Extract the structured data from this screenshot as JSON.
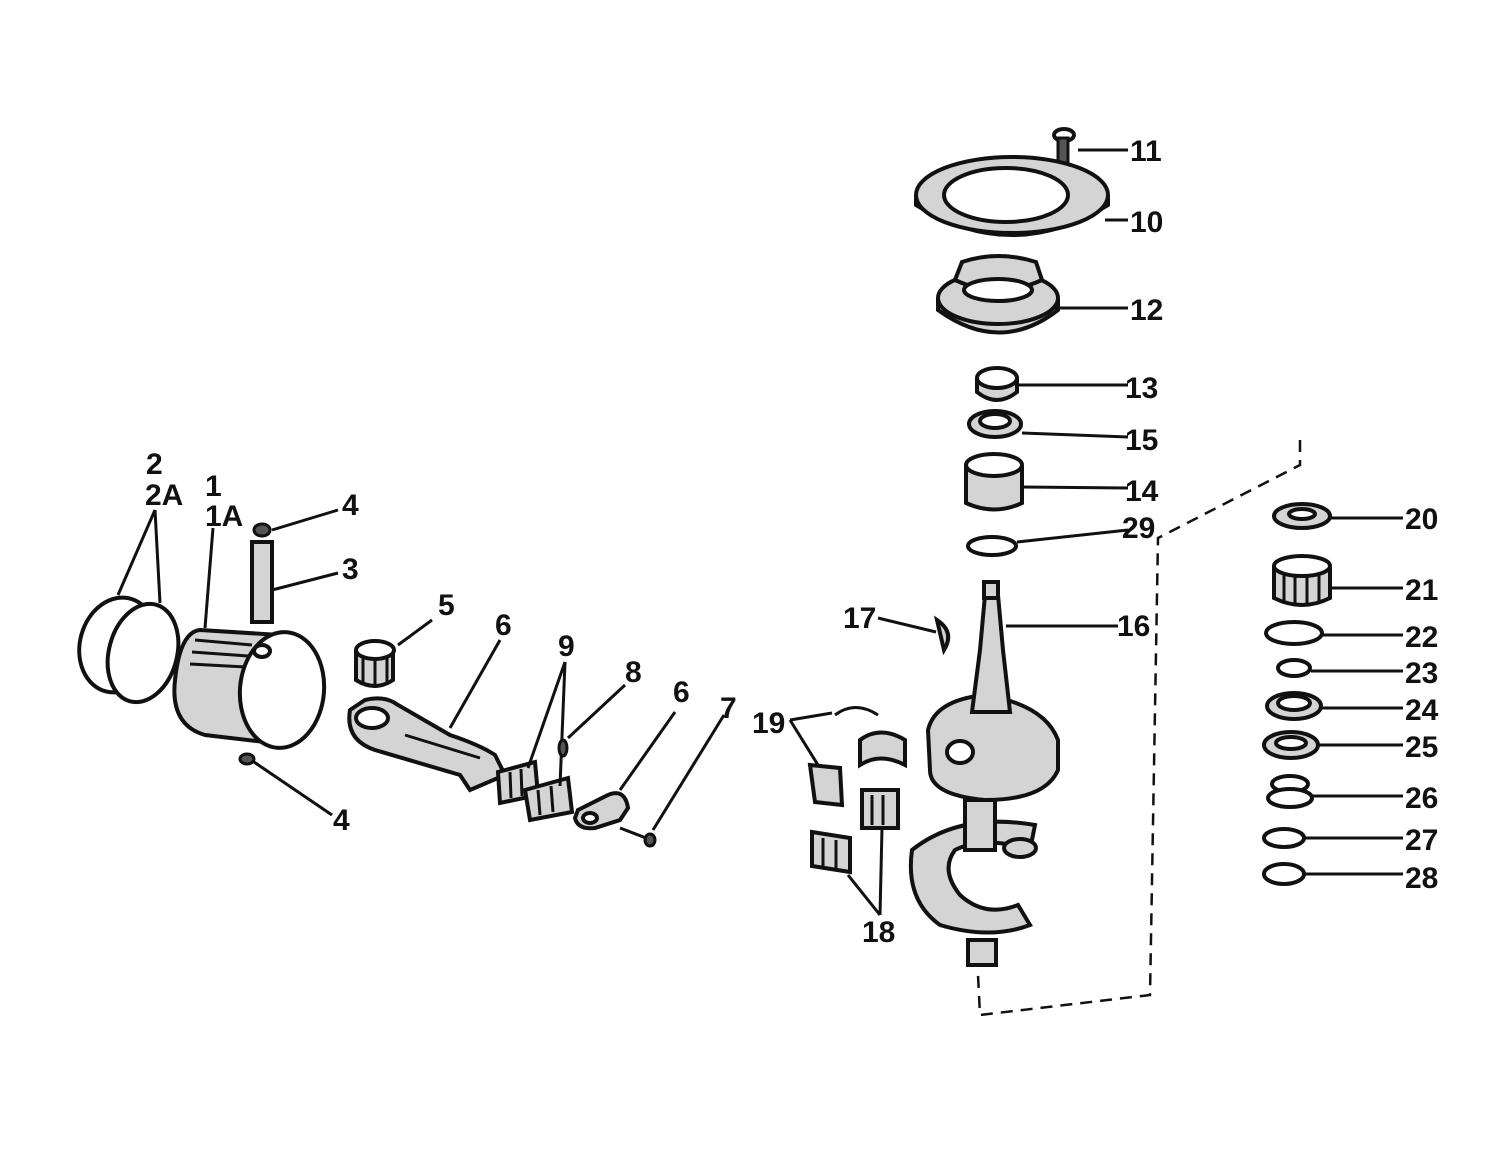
{
  "colors": {
    "ink": "#111111",
    "paper": "#ffffff",
    "shade": "#d4d4d4"
  },
  "callouts": [
    "11",
    "10",
    "12",
    "13",
    "15",
    "14",
    "29",
    "16",
    "17",
    "20",
    "21",
    "22",
    "23",
    "24",
    "25",
    "26",
    "27",
    "28",
    "2",
    "2A",
    "1",
    "1A",
    "4",
    "3",
    "4",
    "5",
    "6",
    "9",
    "8",
    "6",
    "7",
    "19",
    "18"
  ],
  "parts": [
    {
      "id": "screw-icon"
    },
    {
      "id": "retainer-plate-icon"
    },
    {
      "id": "bearing-housing-icon"
    },
    {
      "id": "bushing-icon"
    },
    {
      "id": "seal-icon"
    },
    {
      "id": "bearing-sleeve-icon"
    },
    {
      "id": "o-ring-icon"
    },
    {
      "id": "crankshaft-icon"
    },
    {
      "id": "woodruff-key-icon"
    },
    {
      "id": "washer-icon"
    },
    {
      "id": "needle-bearing-icon"
    },
    {
      "id": "piston-icon"
    },
    {
      "id": "piston-ring-icon"
    },
    {
      "id": "wrist-pin-icon"
    },
    {
      "id": "connecting-rod-icon"
    },
    {
      "id": "rod-cap-icon"
    },
    {
      "id": "cap-screw-icon"
    },
    {
      "id": "bearing-cage-icon"
    },
    {
      "id": "retaining-ring-icon"
    }
  ]
}
